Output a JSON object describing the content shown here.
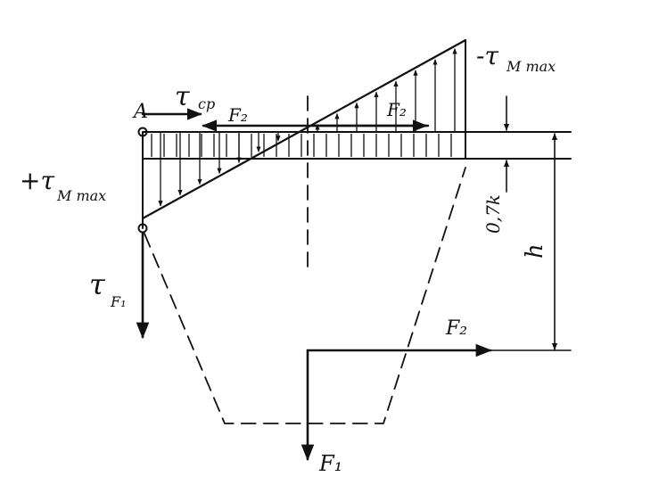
{
  "diagram": {
    "labels": {
      "point_a": "A",
      "tau_cp": "τ",
      "tau_cp_sub": "cp",
      "f2_top": "F₂",
      "f2_shear_arrow": "F₂",
      "minus_tau_m_max": "-τ",
      "minus_tau_m_max_sub": "M max",
      "plus_tau_m_max": "+τ",
      "plus_tau_m_max_sub": "M max",
      "tau_f1": "τ",
      "tau_f1_sub": "F₁",
      "dim_07k": "0,7k",
      "dim_h": "h",
      "f2_force": "F₂",
      "f1_force": "F₁"
    },
    "colors": {
      "ink": "#111111",
      "background": "#ffffff"
    }
  }
}
